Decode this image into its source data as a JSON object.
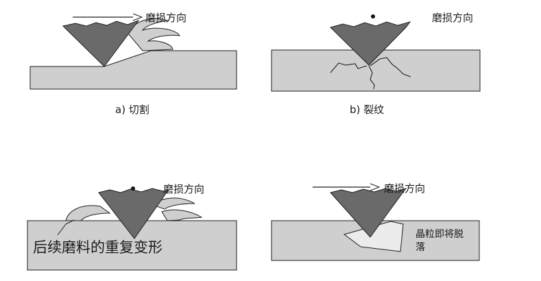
{
  "panels": [
    {
      "id": "a",
      "direction_label": "磨损方向",
      "caption": "a) 切割"
    },
    {
      "id": "b",
      "direction_label": "磨损方向",
      "caption": "b) 裂纹"
    },
    {
      "id": "c",
      "direction_label": "磨损方向",
      "annotation": "后续磨料的重复变形"
    },
    {
      "id": "d",
      "direction_label": "磨损方向",
      "annotation_line1": "晶粒即将脱",
      "annotation_line2": "落"
    }
  ],
  "colors": {
    "material": "#cfcfcf",
    "abrasive": "#6a6a6a",
    "outline": "#1e1e1e",
    "grain": "#ececec"
  }
}
